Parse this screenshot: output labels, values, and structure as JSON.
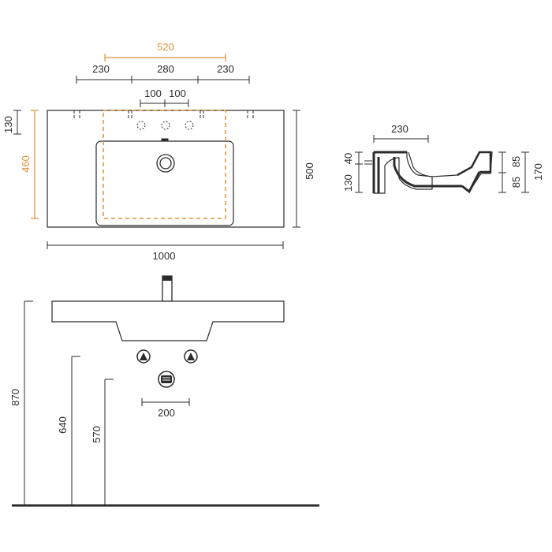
{
  "colors": {
    "line": "#2b2b2b",
    "accent": "#e0913a",
    "background": "#ffffff"
  },
  "top_view": {
    "dim_overall_bowl": "520",
    "dim_left_deck": "230",
    "dim_center": "280",
    "dim_right_deck": "230",
    "dim_tap_left": "100",
    "dim_tap_right": "100",
    "dim_tap_offset": "130",
    "dim_bowl_depth": "460",
    "dim_depth": "500",
    "dim_width": "1000"
  },
  "side_section": {
    "dim_top": "230",
    "dim_left_upper": "40",
    "dim_left_total": "130",
    "dim_right_upper": "85",
    "dim_right_lower": "85",
    "dim_right_total": "170"
  },
  "front_view": {
    "dim_total_height": "870",
    "dim_supply_height": "640",
    "dim_waste_height": "570",
    "dim_supply_spacing": "200"
  }
}
